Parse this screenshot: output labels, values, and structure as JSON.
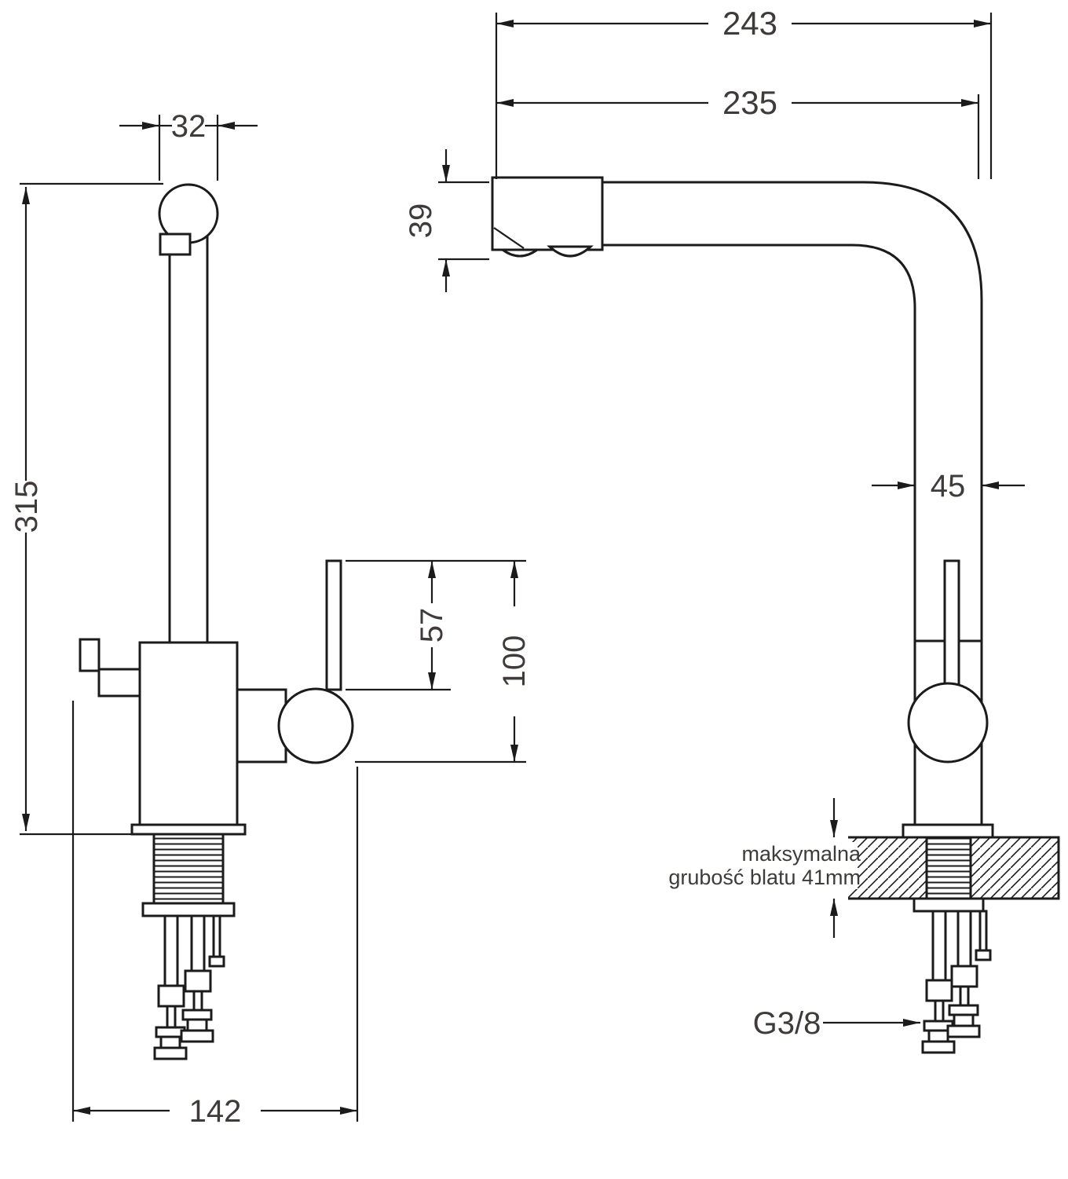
{
  "colors": {
    "line": "#1b1b1b",
    "text": "#3f3b3a",
    "background": "#ffffff"
  },
  "front_view": {
    "dims": {
      "spout_width": "32",
      "total_height": "315",
      "handle_height": "57",
      "handle_total_height": "100",
      "base_width": "142"
    }
  },
  "side_view": {
    "dims": {
      "total_reach": "243",
      "spout_reach": "235",
      "spout_end_height": "39",
      "body_depth": "45"
    },
    "note": {
      "line1": "maksymalna",
      "line2": "grubość blatu 41mm"
    },
    "thread_label": "G3/8"
  }
}
